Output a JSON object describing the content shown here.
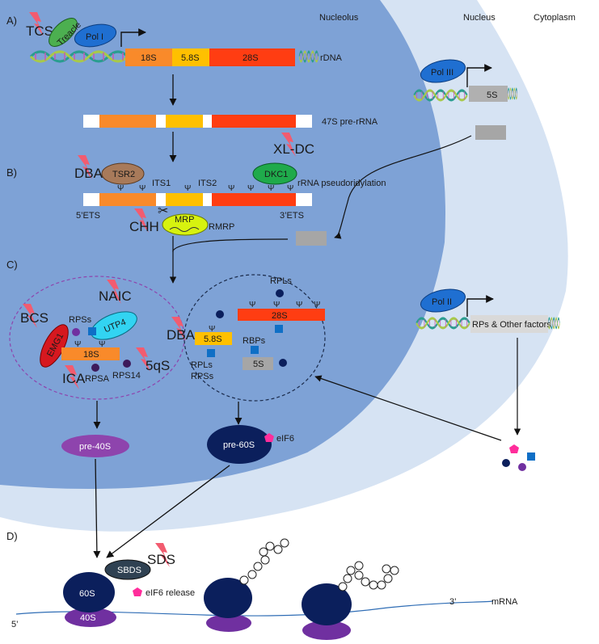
{
  "regions": {
    "nucleolus": "Nucleolus",
    "nucleus": "Nucleus",
    "cytoplasm": "Cytoplasm"
  },
  "sections": {
    "a": "A)",
    "b": "B)",
    "c": "C)",
    "d": "D)"
  },
  "section_a": {
    "disease": "TCS",
    "treacle": "Treacle",
    "pol1": "Pol I",
    "seg_18s": "18S",
    "seg_58s": "5.8S",
    "seg_28s": "28S",
    "rdna": "rDNA",
    "pre_rrna": "47S pre-rRNA"
  },
  "nucleus_gene": {
    "pol3": "Pol III",
    "gene_5s": "5S"
  },
  "section_b": {
    "dba": "DBA",
    "xldc": "XL-DC",
    "tsr2": "TSR2",
    "dkc1": "DKC1",
    "its1": "ITS1",
    "its2": "ITS2",
    "pseudo": "rRNA pseudoridylation",
    "psi": "Ψ",
    "ets5": "5’ETS",
    "ets3": "3’ETS",
    "chh": "CHH",
    "mrp": "MRP",
    "rmrp": "RMRP"
  },
  "section_c": {
    "naic": "NAIC",
    "bcs": "BCS",
    "emg1": "EMG1",
    "utp4": "UTP4",
    "rpss": "RPSs",
    "seg_18s": "18S",
    "sq5": "5qS",
    "ica": "ICA",
    "rpsa": "RPSA",
    "rps14": "RPS14",
    "rpls_top": "RPLs",
    "seg_28s": "28S",
    "dba": "DBA",
    "seg_58s": "5.8S",
    "rbps": "RBPs",
    "rpls": "RPLs",
    "rpss2": "RPSs",
    "seg_5s": "5S",
    "pre40": "pre-40S",
    "pre60": "pre-60S",
    "eif6": "eIF6"
  },
  "cytoplasm_gene": {
    "pol2": "Pol II",
    "rps_other": "RPs & Other factors"
  },
  "section_d": {
    "sds": "SDS",
    "sbds": "SBDS",
    "s60": "60S",
    "s40": "40S",
    "eif6_release": "eIF6 release",
    "end3": "3’",
    "end5": "5’",
    "mrna": "mRNA"
  },
  "colors": {
    "nucleus": "#d6e3f3",
    "nucleolus": "#7ea2d6",
    "seg_18s": "#f98a2a",
    "seg_58s": "#ffc000",
    "seg_28s": "#ff3d12",
    "ribosome": "#0b1f5c",
    "small_subunit": "#7030a0",
    "lightning": "#f25c70"
  }
}
